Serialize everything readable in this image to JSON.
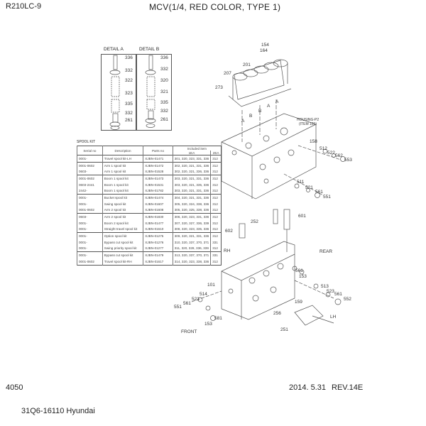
{
  "header": {
    "model": "R210LC-9",
    "title": "MCV(1/4, RED COLOR, TYPE 1)"
  },
  "details": [
    {
      "title": "DETAIL A",
      "labels": [
        "336",
        "332",
        "322",
        "323",
        "335",
        "332",
        "261"
      ]
    },
    {
      "title": "DETAIL B",
      "labels": [
        "336",
        "332",
        "320",
        "321",
        "335",
        "332",
        "261"
      ]
    }
  ],
  "spool_kit": {
    "title": "SPOOL KIT",
    "headers": {
      "serial": "Serial no",
      "description": "Description",
      "parts": "Parts no",
      "included": "Included item",
      "ea1": "1EA",
      "ea2": "2EA"
    },
    "rows": [
      [
        "0001-",
        "Travel spool kit-LH",
        "XJBN-01471",
        "301, 320, 323, 331, 336",
        "312"
      ],
      [
        "0001-0602",
        "Arm 1 spool kit",
        "XJBN-01472",
        "302, 320, 321, 331, 336",
        "312"
      ],
      [
        "0603-",
        "Arm 1 spool kit",
        "XJBN-01528",
        "302, 320, 321, 336, 336",
        "312"
      ],
      [
        "0001-0602",
        "Boom 1 spool kit",
        "XJBN-01473",
        "303, 320, 321, 331, 336",
        "312"
      ],
      [
        "0603-2441",
        "Boom 1 spool kit",
        "XJBN-01531",
        "303, 320, 321, 335, 336",
        "312"
      ],
      [
        "2442-",
        "Boom 1 spool kit",
        "XJBN-01782",
        "303, 320, 321, 331, 336",
        "312"
      ],
      [
        "0001-",
        "Bucket spool kit",
        "XJBN-01474",
        "304, 320, 321, 331, 336",
        "312"
      ],
      [
        "0001-",
        "Swing spool kit",
        "XJBN-01607",
        "305, 320, 324, 338, 336",
        "312"
      ],
      [
        "0001-0602",
        "Arm 2 spool kit",
        "XJBN-01608",
        "305, 320, 325, 338, 336",
        "312"
      ],
      [
        "0603-",
        "Arm 2 spool kit",
        "XJBN-01830",
        "306, 320, 323, 331, 336",
        "312"
      ],
      [
        "0001-",
        "Boom 2 spool kit",
        "XJBN-01477",
        "307, 320, 327, 336, 339",
        "312"
      ],
      [
        "0001-",
        "Straight travel spool kit",
        "XJBN-01610",
        "308, 320, 323, 335, 336",
        "312"
      ],
      [
        "0001-",
        "Option spool kit",
        "XJBN-01275",
        "309, 320, 321, 331, 336",
        "312"
      ],
      [
        "0001-",
        "Bypass cut spool kit",
        "XJBN-01276",
        "310, 320, 337, 370, 371",
        "331"
      ],
      [
        "0001-",
        "Swing priority spool kit",
        "XJBN-01277",
        "311, 320, 328, 336, 339",
        "312"
      ],
      [
        "0001-",
        "Bypass cut spool kit",
        "XJBN-01479",
        "313, 320, 337, 370, 371",
        "331"
      ],
      [
        "0001-0602",
        "Travel spool kit-RH",
        "XJBN-01617",
        "314, 320, 323, 338, 336",
        "312"
      ]
    ]
  },
  "upper_labels": [
    "154",
    "164",
    "201",
    "207",
    "273",
    "A",
    "B",
    "B",
    "A",
    "A",
    "HOUSING-P2",
    "(ITEM 101)",
    "158",
    "512",
    "522",
    "562",
    "553",
    "511",
    "521",
    "561",
    "551"
  ],
  "lower_labels": [
    "252",
    "601",
    "602",
    "RH",
    "REAR",
    "561",
    "153",
    "101",
    "513",
    "523",
    "561",
    "552",
    "514",
    "521",
    "561",
    "551",
    "159",
    "581",
    "153",
    "256",
    "LH",
    "251",
    "FRONT"
  ],
  "footer": {
    "page": "4050",
    "date": "2014. 5.31",
    "rev": "REV.14E",
    "doc": "31Q6-16110 Hyundai"
  }
}
